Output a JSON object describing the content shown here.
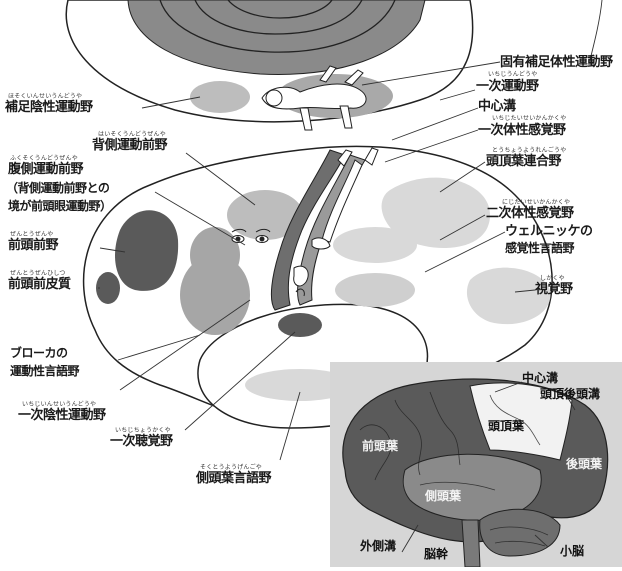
{
  "colors": {
    "background": "#ffffff",
    "light_area": "#d9d9d9",
    "mid_area": "#a6a6a6",
    "dark_area": "#5a5a5a",
    "inset_bg": "#d6d6d6",
    "brain_dark": "#4a4a4a"
  },
  "labels": {
    "proprioceptive_sma": "固有補足体性運動野",
    "primary_motor": {
      "text": "一次運動野",
      "ruby": "いちじうんどうや"
    },
    "central_sulcus": "中心溝",
    "primary_somatosensory": {
      "text": "一次体性感覚野",
      "ruby": "いちじたいせいかんかくや"
    },
    "parietal_association": {
      "text": "頭頂葉連合野",
      "ruby": "とうちょうようれんごうや"
    },
    "secondary_somatosensory": {
      "text": "二次体性感覚野",
      "ruby": "にじたいせいかんかくや"
    },
    "wernicke_line1": "ウェルニッケの",
    "wernicke_line2": "感覚性言語野",
    "visual": {
      "text": "視覚野",
      "ruby": "しかくや"
    },
    "supplementary_motor": {
      "text": "補足陰性運動野",
      "ruby": "ほそくいんせいうんどうや"
    },
    "dorsal_premotor": {
      "text": "背側運動前野",
      "ruby": "はいそくうんどうぜんや"
    },
    "ventral_premotor": {
      "text": "腹側運動前野",
      "ruby": "ふくそくうんどうぜんや"
    },
    "ventral_note_line1": "（背側運動前野との",
    "ventral_note_line2": "境が前頭眼運動野）",
    "frontal_premotor": {
      "text": "前頭前野",
      "ruby": "ぜんとうぜんや"
    },
    "prefrontal_cortex": {
      "text": "前頭前皮質",
      "ruby": "ぜんとうぜんひしつ"
    },
    "broca_line1": "ブローカの",
    "broca_line2": "運動性言語野",
    "primary_negative_motor": {
      "text": "一次陰性運動野",
      "ruby": "いちじいんせいうんどうや"
    },
    "primary_auditory": {
      "text": "一次聴覚野",
      "ruby": "いちじちょうかくや"
    },
    "temporal_language": {
      "text": "側頭葉言語野",
      "ruby": "そくとうようげんごや"
    }
  },
  "inset": {
    "central_sulcus": "中心溝",
    "parieto_occipital_sulcus": "頭頂後頭溝",
    "frontal_lobe": "前頭葉",
    "parietal_lobe": "頭頂葉",
    "occipital_lobe": "後頭葉",
    "temporal_lobe": "側頭葉",
    "lateral_sulcus": "外側溝",
    "brainstem": "脳幹",
    "cerebellum": "小脳"
  }
}
